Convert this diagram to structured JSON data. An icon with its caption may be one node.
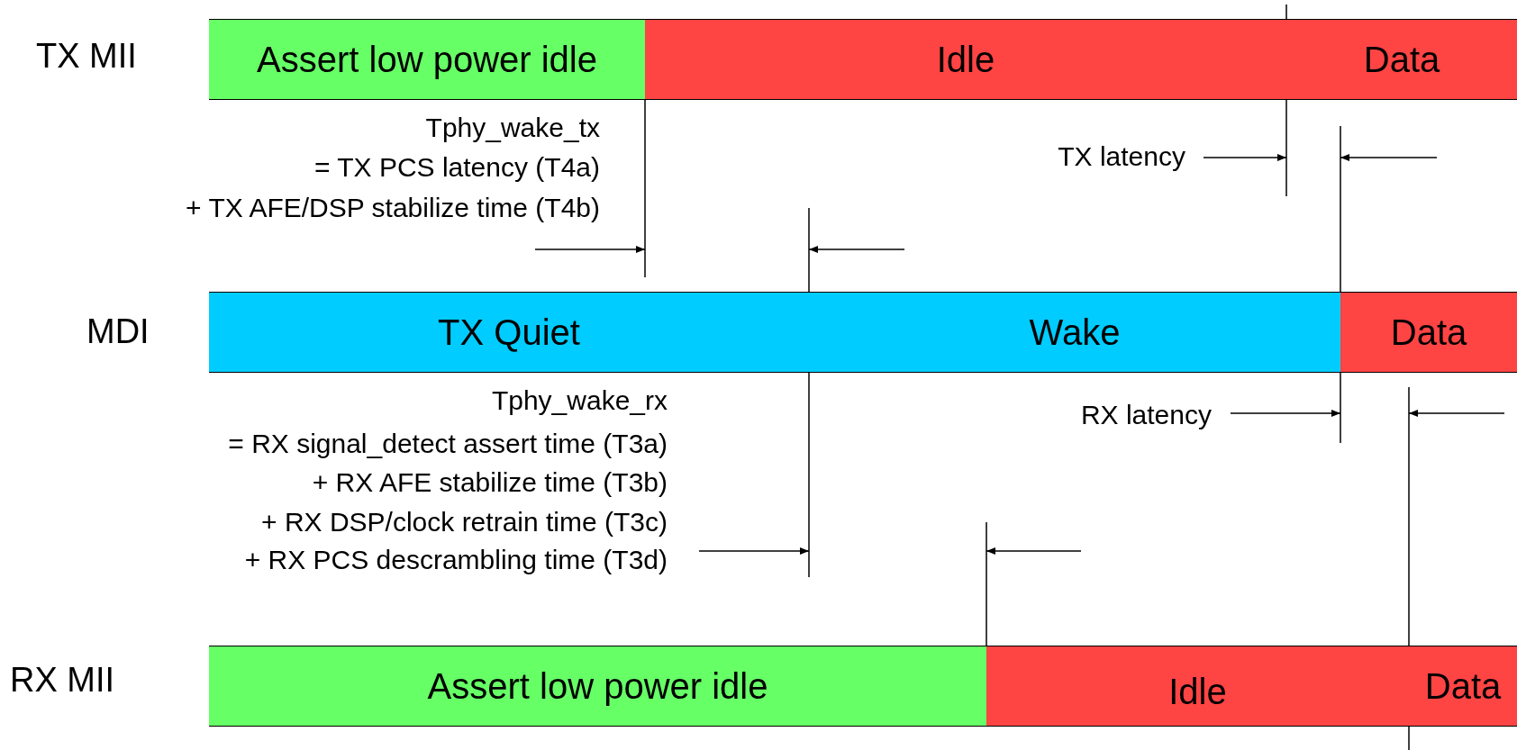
{
  "diagram": {
    "nodes": [
      {
        "text": [
          "Assert low power idle"
        ]
      },
      {
        "text": [
          "Idle"
        ]
      },
      {
        "text": [
          "Data"
        ]
      },
      {
        "text": [
          "TX Quiet"
        ]
      },
      {
        "text": [
          "Wake"
        ]
      },
      {
        "text": [
          "Data"
        ]
      },
      {
        "text": [
          "Assert low power idle"
        ]
      },
      {
        "text": [
          "Idle"
        ]
      },
      {
        "text": [
          "Data"
        ]
      }
    ],
    "edges": [],
    "labels": [
      "TX MII",
      "Tphy_wake_tx",
      "= TX PCS latency (T4a)",
      "+ TX AFE/DSP stabilize time (T4b)",
      "TX latency",
      "MDI",
      "Tphy_wake_rx",
      "RX latency",
      "= RX signal_detect assert time (T3a)",
      "+ RX AFE stabilize time (T3b)",
      "+ RX DSP/clock retrain time (T3c)",
      "+ RX PCS descrambling time (T3d)",
      "RX MII"
    ]
  }
}
